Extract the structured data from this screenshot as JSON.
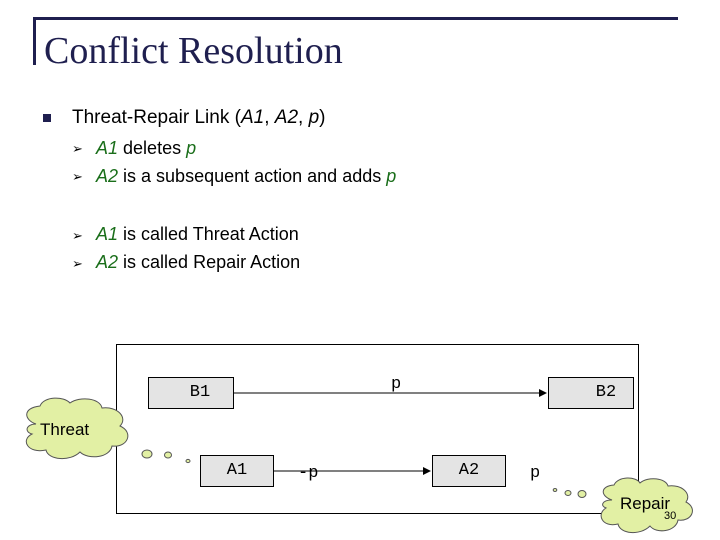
{
  "slide": {
    "title": "Conflict Resolution",
    "number": "30",
    "bullet": {
      "prefix": "Threat-Repair Link (",
      "a1": "A1",
      "comma1": ", ",
      "a2": "A2",
      "comma2": ", ",
      "p": "p",
      "suffix": ")"
    },
    "sub_bullets": [
      {
        "subject": "A1",
        "text": " deletes ",
        "object": "p"
      },
      {
        "subject": "A2",
        "text": " is a subsequent action and adds ",
        "object": "p"
      },
      {
        "subject": "A1",
        "text": " is called Threat Action",
        "object": ""
      },
      {
        "subject": "A2",
        "text": " is called Repair Action",
        "object": ""
      }
    ],
    "arrow_glyph": "➢"
  },
  "diagram": {
    "boxes": {
      "b1": "B1",
      "b2": "B2",
      "a1": "A1",
      "a2": "A2"
    },
    "link_labels": {
      "top": "p",
      "neg": "-p",
      "right": "p"
    },
    "clouds": {
      "threat": "Threat",
      "repair": "Repair"
    },
    "cloud_color": "#e2f0a4"
  }
}
